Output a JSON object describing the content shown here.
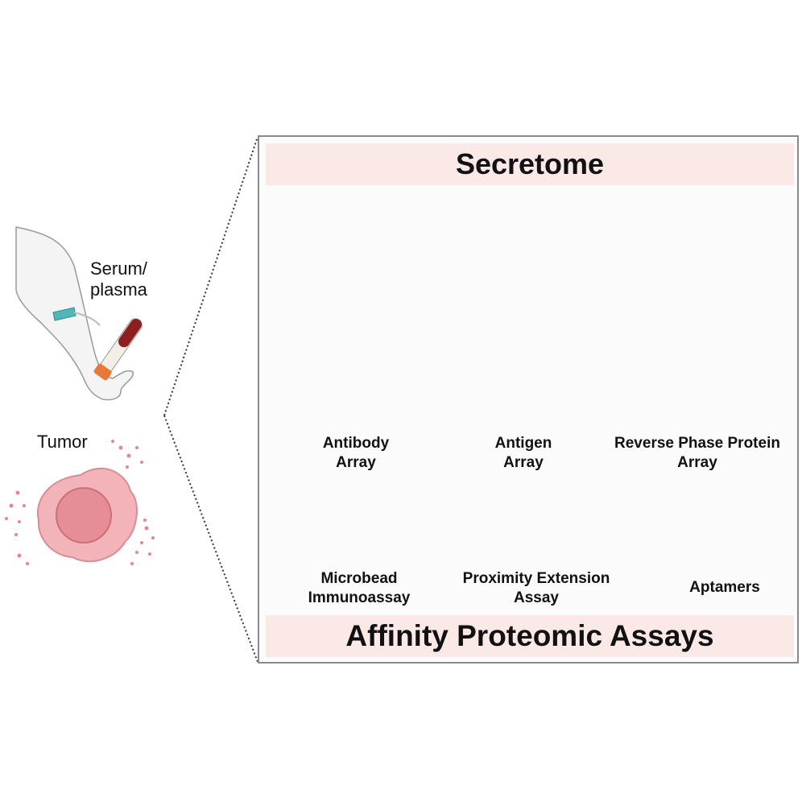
{
  "left": {
    "serum_label": "Serum/\nplasma",
    "tumor_label": "Tumor"
  },
  "panel": {
    "title": "Secretome",
    "footer": "Affinity Proteomic Assays"
  },
  "assays": {
    "antibody_array": "Antibody\nArray",
    "antigen_array": "Antigen\nArray",
    "rppa": "Reverse Phase Protein\nArray",
    "microbead": "Microbead\nImmunoassay",
    "pea": "Proximity Extension\nAssay",
    "aptamers": "Aptamers"
  },
  "colors": {
    "banner_bg": "#fbe9e7",
    "panel_border": "#8a8a8a",
    "maroon": "#8e1f3c",
    "orange": "#e8955c",
    "lavender": "#a9b6ea",
    "tan": "#efd29a",
    "pink": "#e58aa0",
    "tumor_pink": "#f2b4b9"
  }
}
